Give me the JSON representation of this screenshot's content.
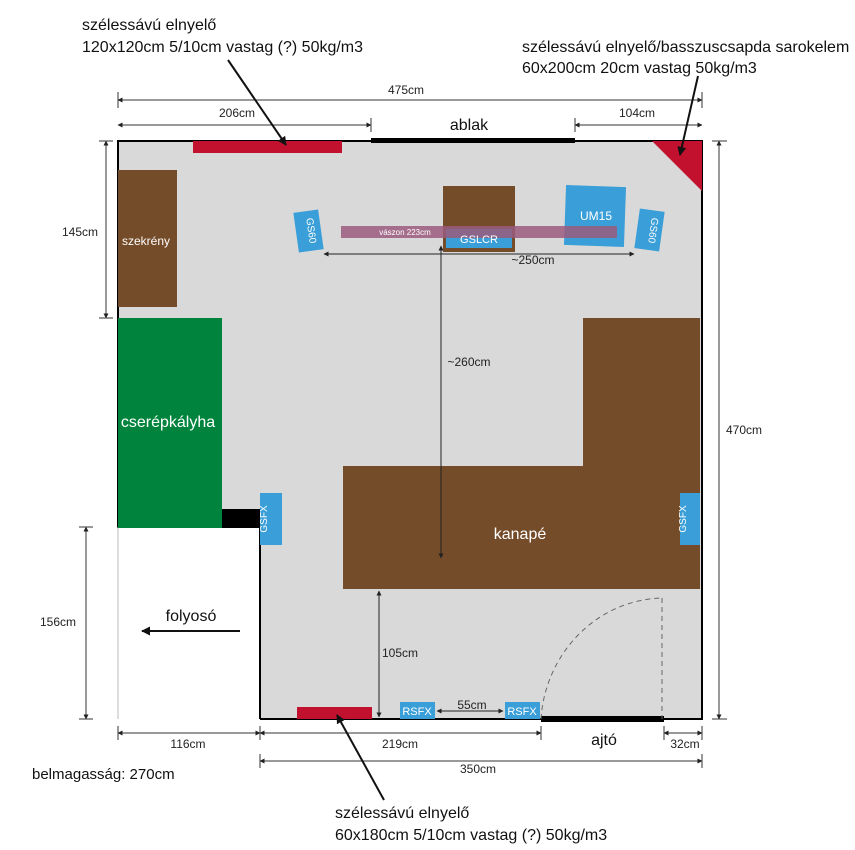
{
  "notes": {
    "absorber_top_line1": "szélessávú elnyelő",
    "absorber_top_line2": "120x120cm 5/10cm vastag (?) 50kg/m3",
    "corner_line1": "szélessávú elnyelő/basszuscsapda sarokelem",
    "corner_line2": "60x200cm  20cm vastag 50kg/m3",
    "absorber_bottom_line1": "szélessávú elnyelő",
    "absorber_bottom_line2": "60x180cm 5/10cm vastag (?) 50kg/m3",
    "ceiling_height": "belmagasság: 270cm"
  },
  "dimensions": {
    "total_width": "475cm",
    "top_left": "206cm",
    "top_right": "104cm",
    "left_upper": "145cm",
    "right_height": "470cm",
    "left_lower": "156cm",
    "bottom_left": "116cm",
    "bottom_mid": "219cm",
    "bottom_right": "32cm",
    "bottom_total": "350cm",
    "speaker_spacing": "~250cm",
    "listening_distance": "~260cm",
    "couch_clearance": "105cm",
    "rear_spacing": "55cm"
  },
  "labels": {
    "window": "ablak",
    "door": "ajtó",
    "corridor": "folyosó",
    "wardrobe": "szekrény",
    "stove": "cserépkályha",
    "couch": "kanapé",
    "screen": "vászon 223cm",
    "center": "GSLCR",
    "sub": "UM15",
    "front_left": "GS60",
    "front_right": "GS60",
    "side_left": "GSFX",
    "side_right": "GSFX",
    "rear_left": "RSFX",
    "rear_right": "RSFX"
  },
  "colors": {
    "floor": "#d9d9d9",
    "furniture": "#754c29",
    "stove": "#00843d",
    "absorber": "#c1112f",
    "speaker": "#3a9fd8",
    "screen": "#9b5a7e",
    "wall": "#000000"
  }
}
